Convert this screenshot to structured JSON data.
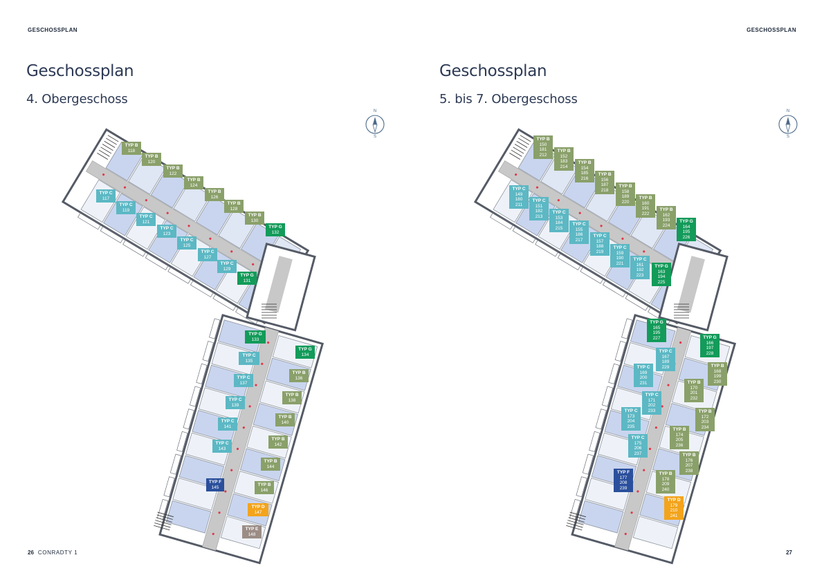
{
  "pages": [
    {
      "header": "GESCHOSSPLAN",
      "title": "Geschossplan",
      "subtitle": "4. Obergeschoss",
      "compass": {
        "north": "N",
        "south": "S"
      },
      "footer": {
        "page_number": "26",
        "brand": "CONRADTY 1"
      }
    },
    {
      "header": "GESCHOSSPLAN",
      "title": "Geschossplan",
      "subtitle": "5. bis 7. Obergeschoss",
      "compass": {
        "north": "N",
        "south": "S"
      },
      "footer": {
        "page_number": "27",
        "brand": ""
      }
    }
  ],
  "colors": {
    "TYP B": "#8aa06a",
    "TYP C": "#5cb8c4",
    "TYP G": "#139b5a",
    "TYP F": "#2a4f9c",
    "TYP D": "#f3a41c",
    "TYP E": "#9b8d86"
  },
  "plan_left_units": [
    {
      "type": "TYP B",
      "nums": [
        "118"
      ]
    },
    {
      "type": "TYP B",
      "nums": [
        "120"
      ]
    },
    {
      "type": "TYP B",
      "nums": [
        "122"
      ]
    },
    {
      "type": "TYP B",
      "nums": [
        "124"
      ]
    },
    {
      "type": "TYP B",
      "nums": [
        "126"
      ]
    },
    {
      "type": "TYP B",
      "nums": [
        "128"
      ]
    },
    {
      "type": "TYP B",
      "nums": [
        "130"
      ]
    },
    {
      "type": "TYP G",
      "nums": [
        "132"
      ]
    },
    {
      "type": "TYP C",
      "nums": [
        "117"
      ]
    },
    {
      "type": "TYP C",
      "nums": [
        "119"
      ]
    },
    {
      "type": "TYP C",
      "nums": [
        "121"
      ]
    },
    {
      "type": "TYP C",
      "nums": [
        "123"
      ]
    },
    {
      "type": "TYP C",
      "nums": [
        "125"
      ]
    },
    {
      "type": "TYP C",
      "nums": [
        "127"
      ]
    },
    {
      "type": "TYP C",
      "nums": [
        "129"
      ]
    },
    {
      "type": "TYP G",
      "nums": [
        "131"
      ]
    },
    {
      "type": "TYP G",
      "nums": [
        "133"
      ]
    },
    {
      "type": "TYP G",
      "nums": [
        "134"
      ]
    },
    {
      "type": "TYP C",
      "nums": [
        "135"
      ]
    },
    {
      "type": "TYP B",
      "nums": [
        "136"
      ]
    },
    {
      "type": "TYP C",
      "nums": [
        "137"
      ]
    },
    {
      "type": "TYP B",
      "nums": [
        "138"
      ]
    },
    {
      "type": "TYP C",
      "nums": [
        "139"
      ]
    },
    {
      "type": "TYP B",
      "nums": [
        "140"
      ]
    },
    {
      "type": "TYP C",
      "nums": [
        "141"
      ]
    },
    {
      "type": "TYP B",
      "nums": [
        "142"
      ]
    },
    {
      "type": "TYP C",
      "nums": [
        "143"
      ]
    },
    {
      "type": "TYP B",
      "nums": [
        "144"
      ]
    },
    {
      "type": "TYP F",
      "nums": [
        "145"
      ]
    },
    {
      "type": "TYP B",
      "nums": [
        "146"
      ]
    },
    {
      "type": "TYP D",
      "nums": [
        "147"
      ]
    },
    {
      "type": "TYP E",
      "nums": [
        "148"
      ]
    }
  ],
  "plan_right_units": [
    {
      "type": "TYP B",
      "nums": [
        "150",
        "181",
        "212"
      ]
    },
    {
      "type": "TYP B",
      "nums": [
        "152",
        "183",
        "214"
      ]
    },
    {
      "type": "TYP B",
      "nums": [
        "154",
        "185",
        "216"
      ]
    },
    {
      "type": "TYP B",
      "nums": [
        "156",
        "187",
        "218"
      ]
    },
    {
      "type": "TYP B",
      "nums": [
        "158",
        "189",
        "220"
      ]
    },
    {
      "type": "TYP B",
      "nums": [
        "160",
        "191",
        "222"
      ]
    },
    {
      "type": "TYP B",
      "nums": [
        "162",
        "193",
        "224"
      ]
    },
    {
      "type": "TYP G",
      "nums": [
        "164",
        "195",
        "226"
      ]
    },
    {
      "type": "TYP C",
      "nums": [
        "149",
        "180",
        "211"
      ]
    },
    {
      "type": "TYP C",
      "nums": [
        "151",
        "182",
        "213"
      ]
    },
    {
      "type": "TYP C",
      "nums": [
        "153",
        "184",
        "215"
      ]
    },
    {
      "type": "TYP C",
      "nums": [
        "155",
        "186",
        "217"
      ]
    },
    {
      "type": "TYP C",
      "nums": [
        "157",
        "188",
        "219"
      ]
    },
    {
      "type": "TYP C",
      "nums": [
        "159",
        "190",
        "221"
      ]
    },
    {
      "type": "TYP C",
      "nums": [
        "161",
        "192",
        "223"
      ]
    },
    {
      "type": "TYP G",
      "nums": [
        "163",
        "194",
        "225"
      ]
    },
    {
      "type": "TYP G",
      "nums": [
        "165",
        "195",
        "227"
      ]
    },
    {
      "type": "TYP G",
      "nums": [
        "166",
        "197",
        "228"
      ]
    },
    {
      "type": "TYP C",
      "nums": [
        "167",
        "189",
        "229"
      ]
    },
    {
      "type": "TYP B",
      "nums": [
        "168",
        "199",
        "230"
      ]
    },
    {
      "type": "TYP C",
      "nums": [
        "169",
        "200",
        "231"
      ]
    },
    {
      "type": "TYP B",
      "nums": [
        "170",
        "201",
        "232"
      ]
    },
    {
      "type": "TYP C",
      "nums": [
        "171",
        "202",
        "233"
      ]
    },
    {
      "type": "TYP B",
      "nums": [
        "172",
        "203",
        "234"
      ]
    },
    {
      "type": "TYP C",
      "nums": [
        "173",
        "204",
        "235"
      ]
    },
    {
      "type": "TYP B",
      "nums": [
        "174",
        "205",
        "236"
      ]
    },
    {
      "type": "TYP C",
      "nums": [
        "175",
        "206",
        "237"
      ]
    },
    {
      "type": "TYP B",
      "nums": [
        "176",
        "207",
        "238"
      ]
    },
    {
      "type": "TYP F",
      "nums": [
        "177",
        "208",
        "239"
      ]
    },
    {
      "type": "TYP B",
      "nums": [
        "178",
        "209",
        "240"
      ]
    },
    {
      "type": "TYP D",
      "nums": [
        "179",
        "210",
        "241"
      ]
    }
  ]
}
